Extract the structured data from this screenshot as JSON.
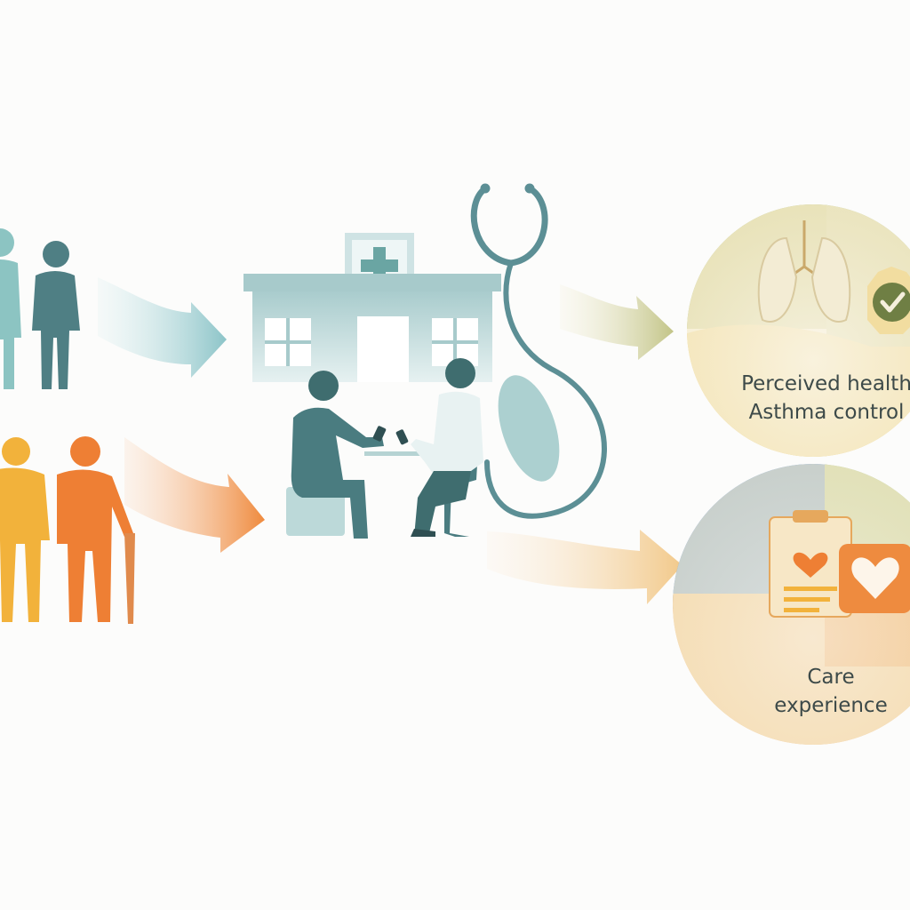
{
  "outcomes": {
    "health": {
      "line1": "Perceived health",
      "line2": "Asthma control"
    },
    "care": {
      "line1": "Care",
      "line2": "experience"
    }
  },
  "icons": [
    "adult-group-figures-icon",
    "older-adult-group-figures-icon",
    "hospital-building-icon",
    "stethoscope-icon",
    "patient-figure-icon",
    "clinician-figure-icon",
    "lungs-icon",
    "check-badge-icon",
    "clipboard-icon",
    "heart-card-icon"
  ],
  "colors": {
    "teal": "#6aa5a3",
    "slate_teal": "#4f7f84",
    "orange": "#ee7f34",
    "yellow_orange": "#f2b23b",
    "olive_green": "#c1c88b",
    "blue": "#7ba1d2",
    "cream": "#f6ecd2"
  }
}
